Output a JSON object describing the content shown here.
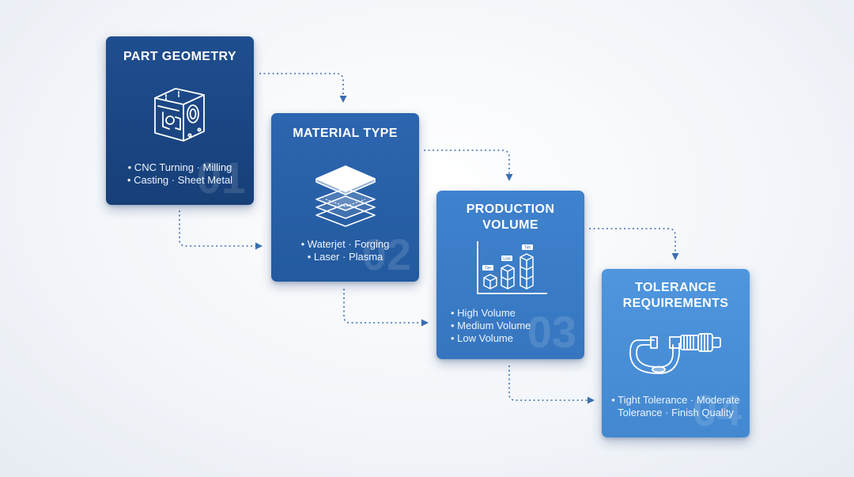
{
  "steps": [
    {
      "title_lines": [
        "PART GEOMETRY"
      ],
      "number": "01",
      "icon": "machined-part-icon",
      "items": [
        "• CNC Turning · Milling",
        "• Casting · Sheet Metal"
      ]
    },
    {
      "title_lines": [
        "MATERIAL TYPE"
      ],
      "number": "02",
      "icon": "material-layers-icon",
      "items": [
        "• Waterjet · Forging",
        "• Laser · Plasma"
      ]
    },
    {
      "title_lines": [
        "PRODUCTION",
        "VOLUME"
      ],
      "number": "03",
      "icon": "volume-blocks-chart-icon",
      "items": [
        "• High Volume",
        "• Medium Volume",
        "• Low Volume"
      ],
      "icon_labels": [
        "Tier",
        "Low",
        "Tier"
      ]
    },
    {
      "title_lines": [
        "TOLERANCE",
        "REQUIREMENTS"
      ],
      "number": "04",
      "icon": "micrometer-icon",
      "items": [
        "• Tight Tolerance · Moderate",
        "Tolerance · Finish Quality"
      ]
    }
  ],
  "colors": {
    "card1": "#1f4e8f",
    "card2": "#2d66b0",
    "card3": "#3f82ce",
    "card4": "#4f96de",
    "connector": "#3a6fb0"
  }
}
